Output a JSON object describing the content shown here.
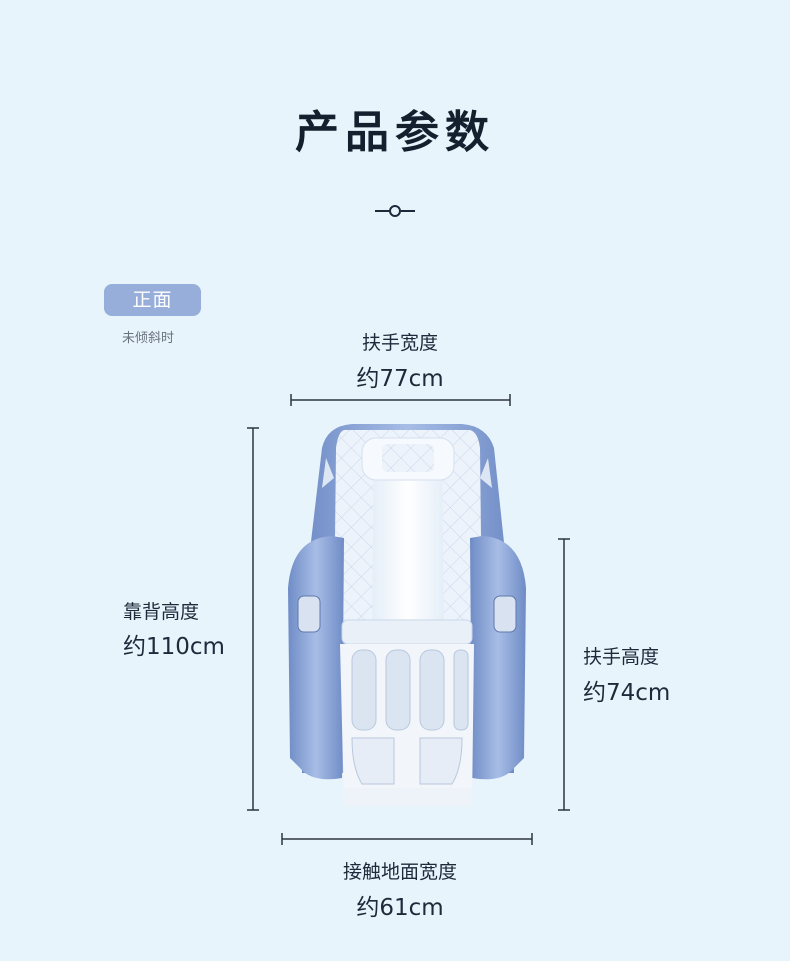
{
  "header": {
    "title": "产品参数"
  },
  "view": {
    "tag": "正面",
    "note": "未倾斜时"
  },
  "dimensions": {
    "armrest_width": {
      "label": "扶手宽度",
      "value": "约77cm"
    },
    "backrest_height": {
      "label": "靠背高度",
      "value": "约110cm"
    },
    "armrest_height": {
      "label": "扶手高度",
      "value": "约74cm"
    },
    "ground_contact_width": {
      "label": "接触地面宽度",
      "value": "约61cm"
    }
  },
  "colors": {
    "background": "#e8f4fc",
    "tag": "#97aedb",
    "chair_shell": "#7f9bd1",
    "chair_cushion": "#f4f8fc",
    "dimension_line": "#2d3440"
  }
}
